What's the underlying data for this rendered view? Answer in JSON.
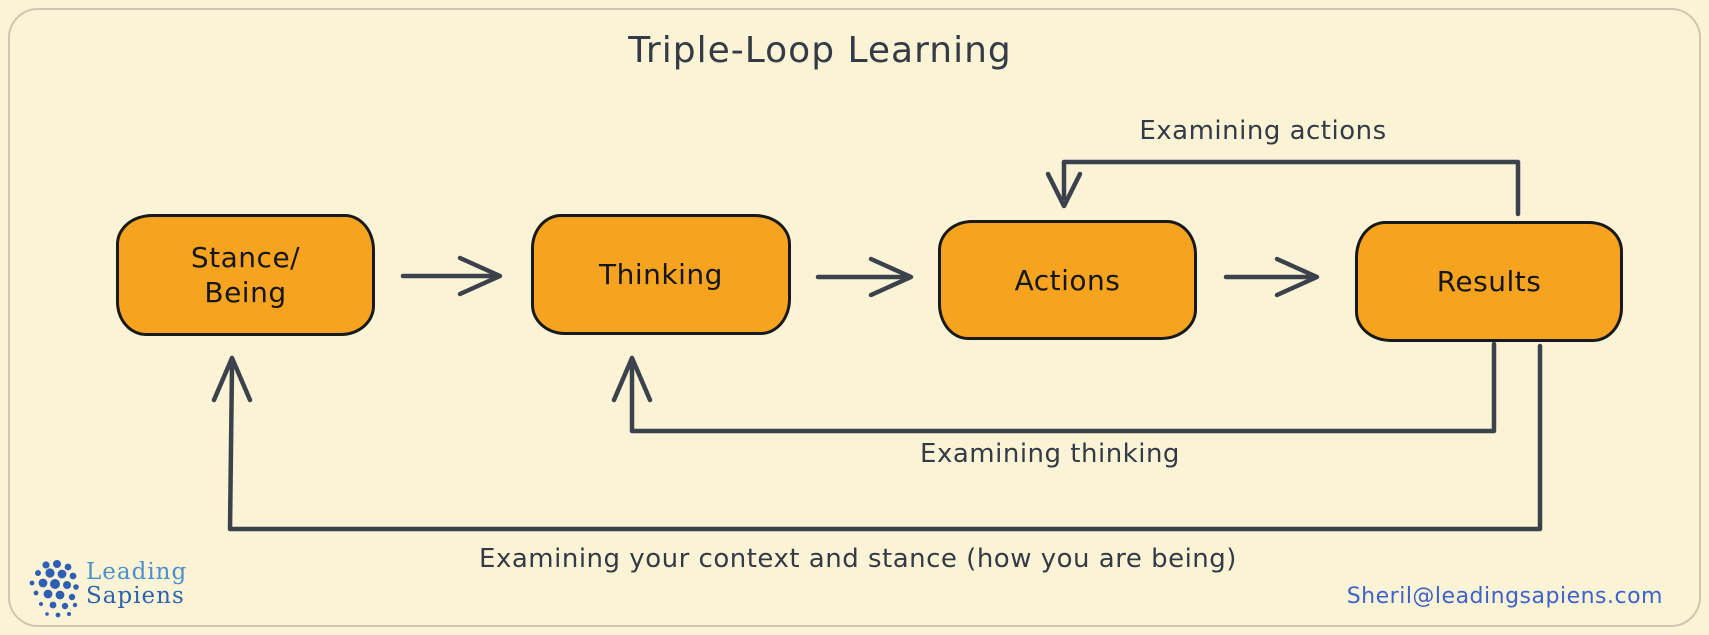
{
  "title": "Triple-Loop Learning",
  "boxes": [
    {
      "label": "Stance/\nBeing"
    },
    {
      "label": "Thinking"
    },
    {
      "label": "Actions"
    },
    {
      "label": "Results"
    }
  ],
  "loops": [
    {
      "label": "Examining actions"
    },
    {
      "label": "Examining thinking"
    },
    {
      "label": "Examining your context and stance (how you are being)"
    }
  ],
  "branding": {
    "logo_word1": "Leading",
    "logo_word2": "Sapiens",
    "email": "Sheril@leadingsapiens.com"
  },
  "colors": {
    "background": "#FBF3D6",
    "box_fill": "#F6A41F",
    "box_border": "#17191D",
    "line": "#3B424B",
    "text_dark": "#343B46",
    "frame_border": "#CDC7B0",
    "email_blue": "#3D63CB",
    "logo_light_blue": "#4C90CB",
    "logo_dark_blue": "#2B63AC",
    "logo_dots_blue": "#2F5FB3"
  }
}
